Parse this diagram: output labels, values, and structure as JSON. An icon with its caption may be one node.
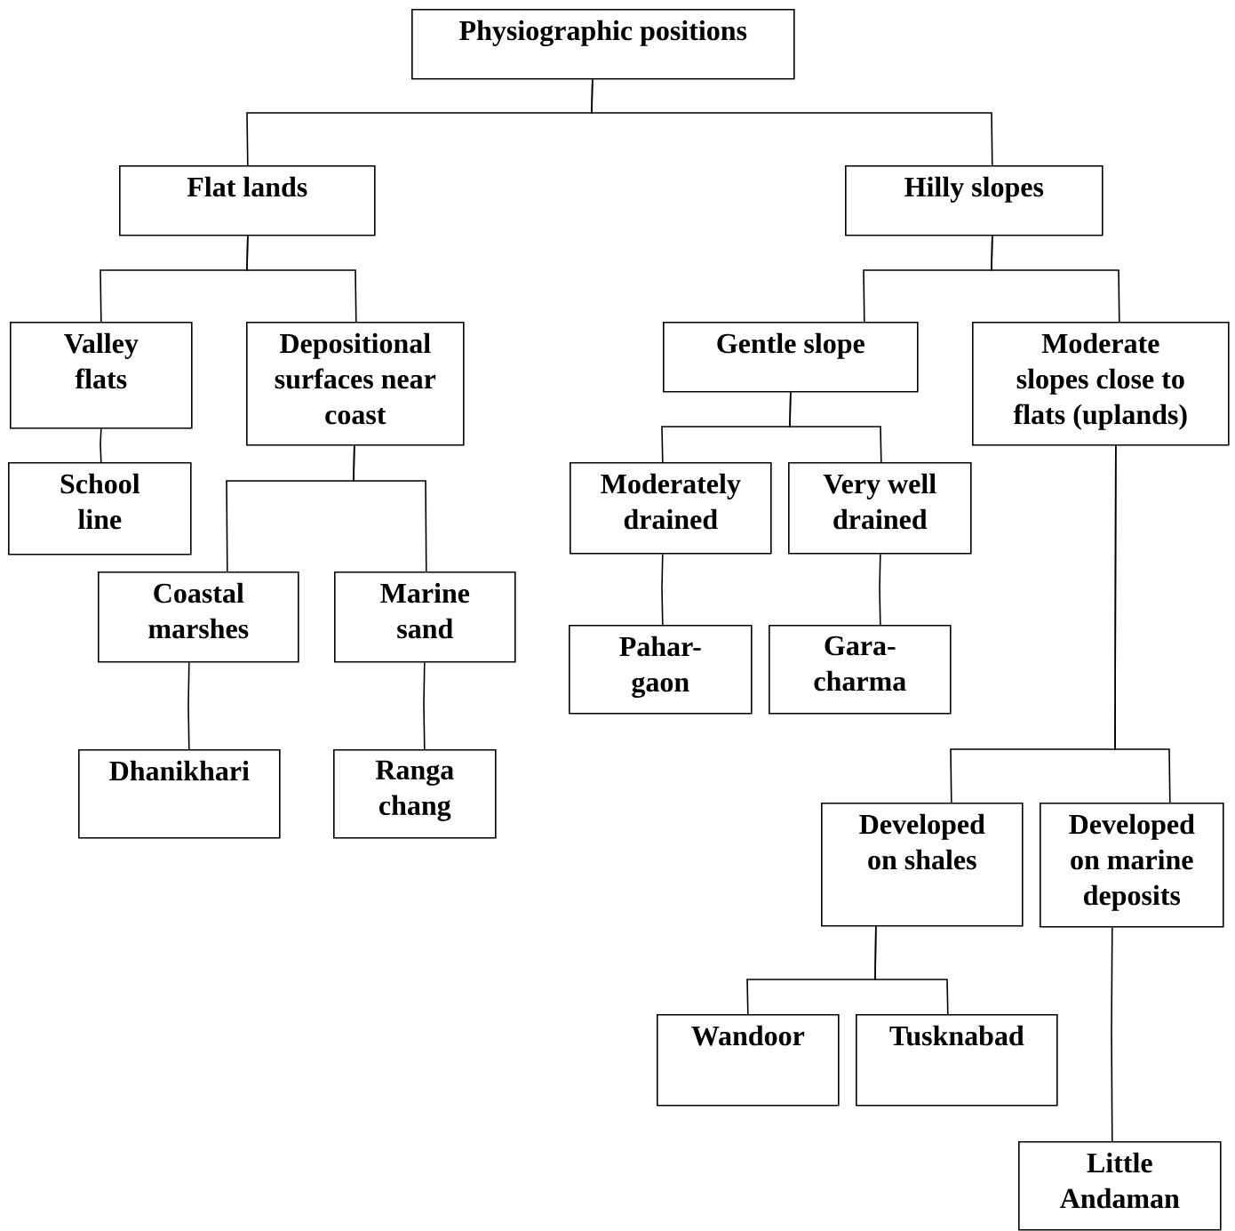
{
  "diagram": {
    "nodes": [
      {
        "text": [
          "Physiographic positions"
        ]
      },
      {
        "text": [
          "Flat lands"
        ]
      },
      {
        "text": [
          "Hilly slopes"
        ]
      },
      {
        "text": [
          "Valley flats"
        ]
      },
      {
        "text": [
          "Depositional surfaces near coast"
        ]
      },
      {
        "text": [
          "School line"
        ]
      },
      {
        "text": [
          "Coastal marshes"
        ]
      },
      {
        "text": [
          "Marine sand"
        ]
      },
      {
        "text": [
          "Dhanikhari"
        ]
      },
      {
        "text": [
          "Ranga chang"
        ]
      },
      {
        "text": [
          "Gentle slope"
        ]
      },
      {
        "text": [
          "Moderate slopes close to flats (uplands)"
        ]
      },
      {
        "text": [
          "Moderately drained"
        ]
      },
      {
        "text": [
          "Very well drained"
        ]
      },
      {
        "text": [
          "Pahar-gaon"
        ]
      },
      {
        "text": [
          "Gara-charma"
        ]
      },
      {
        "text": [
          "Developed on shales"
        ]
      },
      {
        "text": [
          "Developed on marine deposits"
        ]
      },
      {
        "text": [
          "Wandoor"
        ]
      },
      {
        "text": [
          "Tusknabad"
        ]
      },
      {
        "text": [
          "Little Andaman"
        ]
      }
    ],
    "edges": [
      {
        "from": 0,
        "to": 1,
        "arrow": "none"
      },
      {
        "from": 0,
        "to": 2,
        "arrow": "none"
      },
      {
        "from": 1,
        "to": 3,
        "arrow": "none"
      },
      {
        "from": 1,
        "to": 4,
        "arrow": "none"
      },
      {
        "from": 3,
        "to": 5,
        "arrow": "none"
      },
      {
        "from": 4,
        "to": 6,
        "arrow": "none"
      },
      {
        "from": 4,
        "to": 7,
        "arrow": "none"
      },
      {
        "from": 6,
        "to": 8,
        "arrow": "none"
      },
      {
        "from": 7,
        "to": 9,
        "arrow": "none"
      },
      {
        "from": 2,
        "to": 10,
        "arrow": "none"
      },
      {
        "from": 2,
        "to": 11,
        "arrow": "none"
      },
      {
        "from": 10,
        "to": 12,
        "arrow": "none"
      },
      {
        "from": 10,
        "to": 13,
        "arrow": "none"
      },
      {
        "from": 12,
        "to": 14,
        "arrow": "none"
      },
      {
        "from": 13,
        "to": 15,
        "arrow": "none"
      },
      {
        "from": 11,
        "to": 16,
        "arrow": "none"
      },
      {
        "from": 11,
        "to": 17,
        "arrow": "none"
      },
      {
        "from": 16,
        "to": 18,
        "arrow": "none"
      },
      {
        "from": 16,
        "to": 19,
        "arrow": "none"
      },
      {
        "from": 17,
        "to": 20,
        "arrow": "none"
      }
    ]
  }
}
